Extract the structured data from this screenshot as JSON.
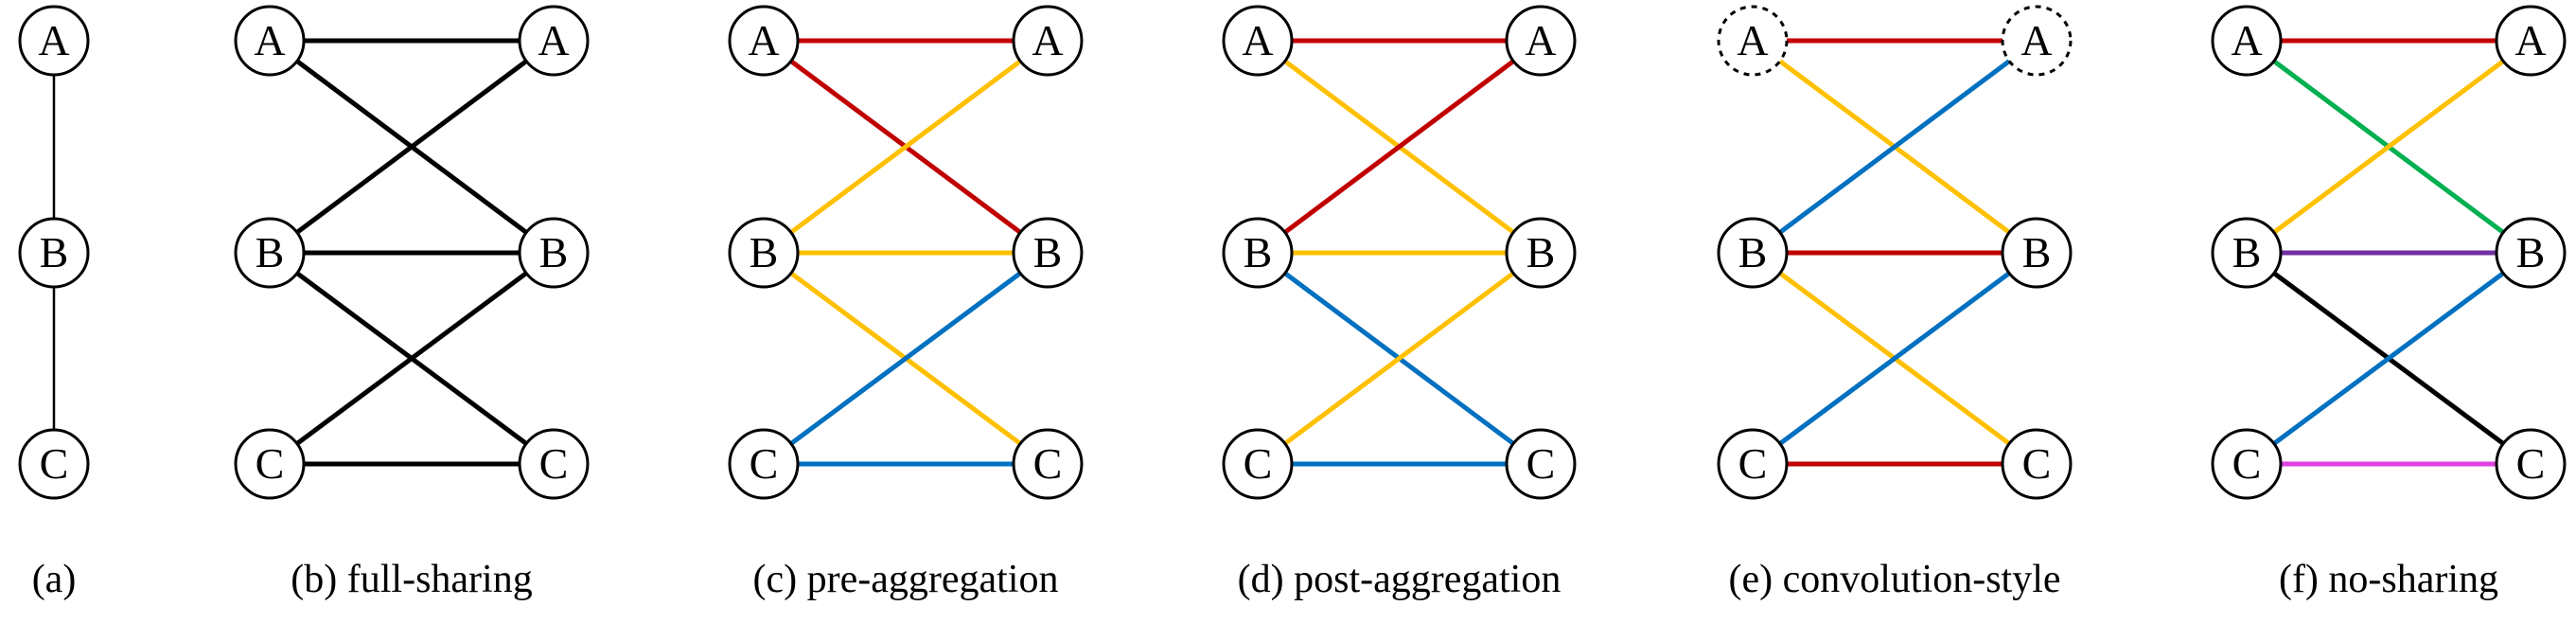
{
  "colors": {
    "black": "#000000",
    "red": "#c00000",
    "yellow": "#ffc000",
    "blue": "#0070c0",
    "green": "#00b050",
    "purple": "#7030a0",
    "magenta": "#e040e0"
  },
  "panels": [
    {
      "id": "a",
      "caption": "(a)",
      "layout": "chain",
      "nodes": [
        "A",
        "B",
        "C"
      ],
      "edges": [
        {
          "from": "A",
          "to": "B",
          "color": "black",
          "thin": true
        },
        {
          "from": "B",
          "to": "C",
          "color": "black",
          "thin": true
        }
      ]
    },
    {
      "id": "b",
      "caption": "(b) full-sharing",
      "layout": "bipartite",
      "nodes": [
        "A",
        "B",
        "C"
      ],
      "dashed_nodes": false,
      "edges": [
        {
          "from": "LA",
          "to": "RA",
          "color": "black"
        },
        {
          "from": "LA",
          "to": "RB",
          "color": "black"
        },
        {
          "from": "LB",
          "to": "RA",
          "color": "black"
        },
        {
          "from": "LB",
          "to": "RB",
          "color": "black"
        },
        {
          "from": "LB",
          "to": "RC",
          "color": "black"
        },
        {
          "from": "LC",
          "to": "RB",
          "color": "black"
        },
        {
          "from": "LC",
          "to": "RC",
          "color": "black"
        }
      ]
    },
    {
      "id": "c",
      "caption": "(c) pre-aggregation",
      "layout": "bipartite",
      "nodes": [
        "A",
        "B",
        "C"
      ],
      "dashed_nodes": false,
      "edges": [
        {
          "from": "LA",
          "to": "RA",
          "color": "red"
        },
        {
          "from": "LA",
          "to": "RB",
          "color": "red"
        },
        {
          "from": "LB",
          "to": "RA",
          "color": "yellow"
        },
        {
          "from": "LB",
          "to": "RB",
          "color": "yellow"
        },
        {
          "from": "LB",
          "to": "RC",
          "color": "yellow"
        },
        {
          "from": "LC",
          "to": "RB",
          "color": "blue"
        },
        {
          "from": "LC",
          "to": "RC",
          "color": "blue"
        }
      ]
    },
    {
      "id": "d",
      "caption": "(d) post-aggregation",
      "layout": "bipartite",
      "nodes": [
        "A",
        "B",
        "C"
      ],
      "dashed_nodes": false,
      "edges": [
        {
          "from": "LA",
          "to": "RA",
          "color": "red"
        },
        {
          "from": "LA",
          "to": "RB",
          "color": "yellow"
        },
        {
          "from": "LB",
          "to": "RA",
          "color": "red"
        },
        {
          "from": "LB",
          "to": "RB",
          "color": "yellow"
        },
        {
          "from": "LB",
          "to": "RC",
          "color": "blue"
        },
        {
          "from": "LC",
          "to": "RB",
          "color": "yellow"
        },
        {
          "from": "LC",
          "to": "RC",
          "color": "blue"
        }
      ]
    },
    {
      "id": "e",
      "caption": "(e) convolution-style",
      "layout": "bipartite",
      "nodes": [
        "A",
        "B",
        "C"
      ],
      "dashed_nodes": true,
      "edges": [
        {
          "from": "LA",
          "to": "RA",
          "color": "red"
        },
        {
          "from": "LA",
          "to": "RB",
          "color": "yellow"
        },
        {
          "from": "LB",
          "to": "RA",
          "color": "blue"
        },
        {
          "from": "LB",
          "to": "RB",
          "color": "red"
        },
        {
          "from": "LB",
          "to": "RC",
          "color": "yellow"
        },
        {
          "from": "LC",
          "to": "RB",
          "color": "blue"
        },
        {
          "from": "LC",
          "to": "RC",
          "color": "red"
        }
      ]
    },
    {
      "id": "f",
      "caption": "(f) no-sharing",
      "layout": "bipartite",
      "nodes": [
        "A",
        "B",
        "C"
      ],
      "dashed_nodes": false,
      "edges": [
        {
          "from": "LA",
          "to": "RA",
          "color": "red"
        },
        {
          "from": "LA",
          "to": "RB",
          "color": "green"
        },
        {
          "from": "LB",
          "to": "RA",
          "color": "yellow"
        },
        {
          "from": "LB",
          "to": "RB",
          "color": "purple"
        },
        {
          "from": "LB",
          "to": "RC",
          "color": "black"
        },
        {
          "from": "LC",
          "to": "RB",
          "color": "blue"
        },
        {
          "from": "LC",
          "to": "RC",
          "color": "magenta"
        }
      ]
    }
  ]
}
